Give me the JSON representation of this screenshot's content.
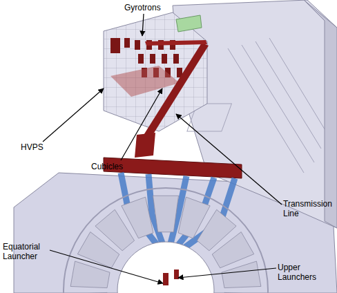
{
  "diagram": {
    "labels": [
      "Gyrotrons",
      "HVPS",
      "Cubicles",
      "Transmission Line",
      "Equatorial Launcher",
      "Upper Launchers"
    ]
  }
}
